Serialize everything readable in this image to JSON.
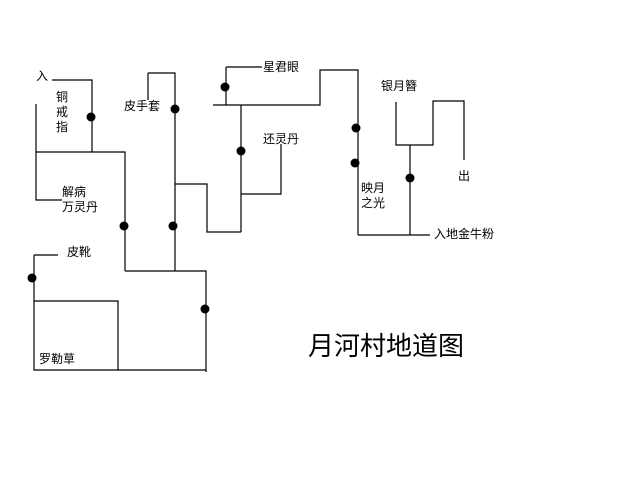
{
  "title": "月河村地道图",
  "labels": {
    "entrance": "入",
    "exit": "出",
    "copper_ring": "铜戒指",
    "gloves": "皮手套",
    "star_eye": "星君眼",
    "silver_hairpin": "银月簪",
    "revive_pill": "还灵丹",
    "cure_pill_line1": "解病",
    "cure_pill_line2": "万灵丹",
    "moonlight_line1": "映月",
    "moonlight_line2": "之光",
    "gold_powder": "入地金牛粉",
    "boots": "皮靴",
    "luole_grass": "罗勒草"
  },
  "colors": {
    "line": "#000000",
    "dot": "#000000",
    "background": "#ffffff"
  }
}
